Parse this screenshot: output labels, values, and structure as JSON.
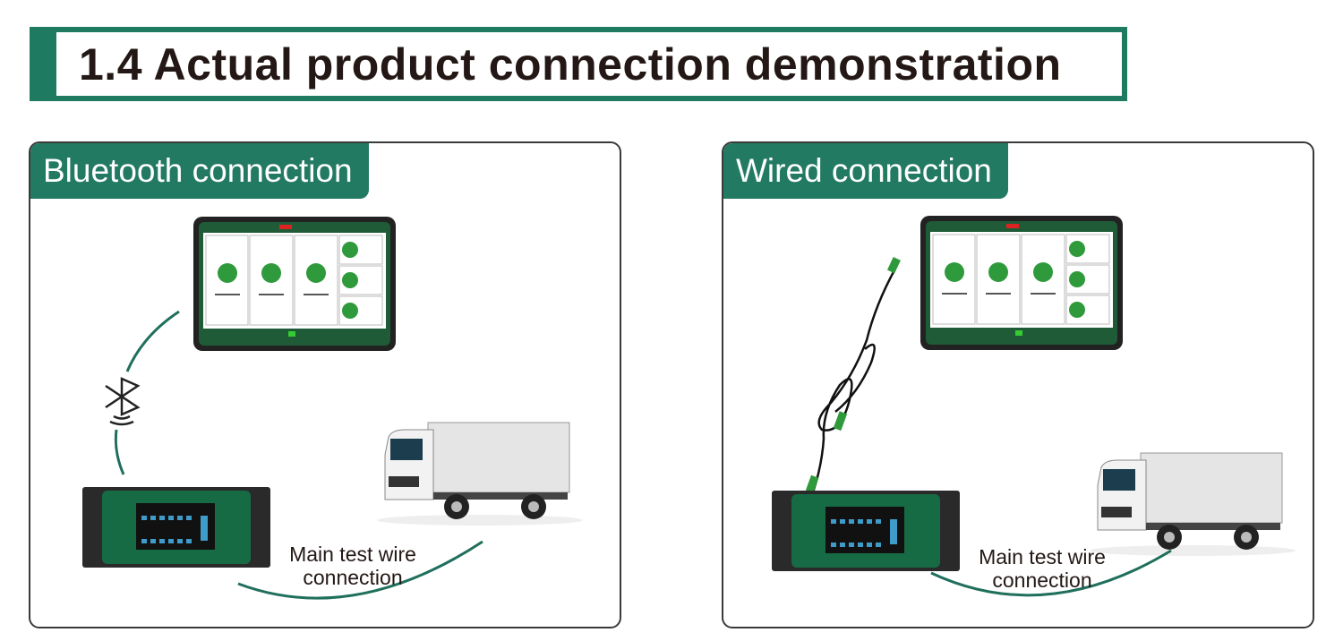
{
  "header": {
    "title": "1.4  Actual product connection demonstration"
  },
  "panels": [
    {
      "tab_label": "Bluetooth connection",
      "caption_line1": "Main test wire",
      "caption_line2": "connection",
      "link_type": "bluetooth"
    },
    {
      "tab_label": "Wired connection",
      "caption_line1": "Main test wire",
      "caption_line2": "connection",
      "link_type": "usb-cable"
    }
  ],
  "colors": {
    "brand_green": "#237a63",
    "text_dark": "#231815",
    "device_green": "#1e6b45",
    "icon_green": "#2f9a3b"
  }
}
